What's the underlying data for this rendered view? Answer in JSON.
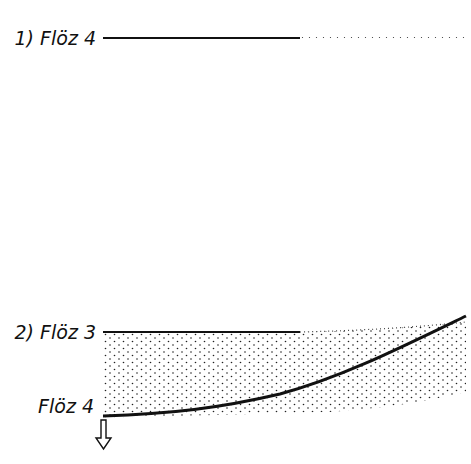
{
  "diagram": {
    "labels": [
      "1) Flöz 4",
      "2) Flöz 3",
      "Flöz 4"
    ]
  }
}
